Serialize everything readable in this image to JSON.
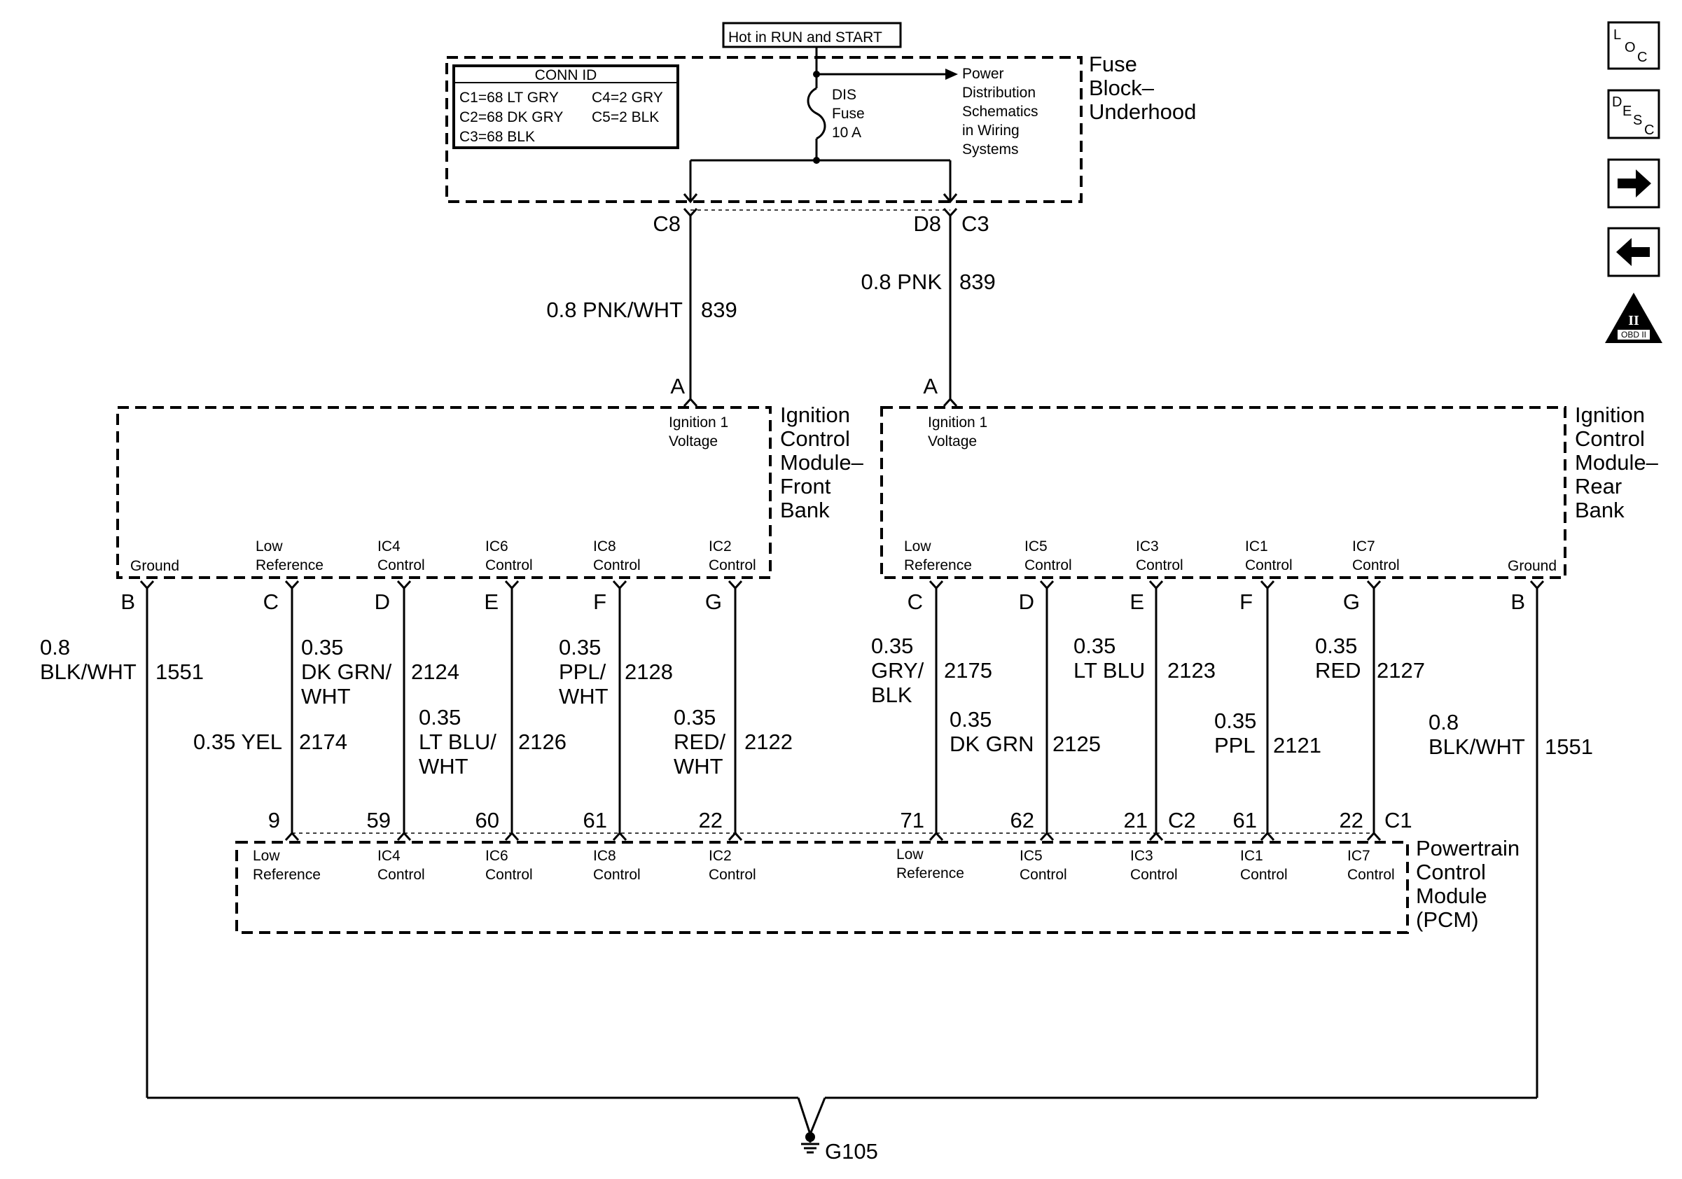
{
  "header": {
    "power_label": "Hot in RUN and START"
  },
  "fuse_block": {
    "name": "Fuse\nBlock–\nUnderhood",
    "conn_id": {
      "title": "CONN ID",
      "entries": [
        "C1=68 LT GRY",
        "C4=2 GRY",
        "C2=68 DK GRY",
        "C5=2 BLK",
        "C3=68 BLK"
      ]
    },
    "fuse": {
      "label": "DIS\nFuse\n10 A"
    },
    "power_dist_note": "Power\nDistribution\nSchematics\nin Wiring\nSystems",
    "outputs": [
      {
        "cavity": "C8"
      },
      {
        "cavity": "D8",
        "connector": "C3"
      }
    ]
  },
  "feed_wires": [
    {
      "size_color": "0.8 PNK/WHT",
      "circuit": "839"
    },
    {
      "size_color": "0.8 PNK",
      "circuit": "839"
    }
  ],
  "icm_front": {
    "name": "Ignition\nControl\nModule–\nFront\nBank",
    "power_pin": {
      "cavity": "A",
      "label": "Ignition 1\nVoltage"
    },
    "pins": [
      {
        "cavity": "B",
        "label": "Ground"
      },
      {
        "cavity": "C",
        "label": "Low\nReference"
      },
      {
        "cavity": "D",
        "label": "IC4\nControl"
      },
      {
        "cavity": "E",
        "label": "IC6\nControl"
      },
      {
        "cavity": "F",
        "label": "IC8\nControl"
      },
      {
        "cavity": "G",
        "label": "IC2\nControl"
      }
    ]
  },
  "icm_rear": {
    "name": "Ignition\nControl\nModule–\nRear\nBank",
    "power_pin": {
      "cavity": "A",
      "label": "Ignition 1\nVoltage"
    },
    "pins": [
      {
        "cavity": "C",
        "label": "Low\nReference"
      },
      {
        "cavity": "D",
        "label": "IC5\nControl"
      },
      {
        "cavity": "E",
        "label": "IC3\nControl"
      },
      {
        "cavity": "F",
        "label": "IC1\nControl"
      },
      {
        "cavity": "G",
        "label": "IC7\nControl"
      },
      {
        "cavity": "B",
        "label": "Ground"
      }
    ]
  },
  "wires": [
    {
      "size": "0.8",
      "color": "BLK/WHT",
      "circuit": "1551"
    },
    {
      "size": "0.35",
      "color": "YEL",
      "circuit": "2174"
    },
    {
      "size": "0.35",
      "color": "DK GRN/\nWHT",
      "circuit": "2124"
    },
    {
      "size": "0.35",
      "color": "LT BLU/\nWHT",
      "circuit": "2126"
    },
    {
      "size": "0.35",
      "color": "PPL/\nWHT",
      "circuit": "2128"
    },
    {
      "size": "0.35",
      "color": "RED/\nWHT",
      "circuit": "2122"
    },
    {
      "size": "0.35",
      "color": "GRY/\nBLK",
      "circuit": "2175"
    },
    {
      "size": "0.35",
      "color": "DK GRN",
      "circuit": "2125"
    },
    {
      "size": "0.35",
      "color": "LT BLU",
      "circuit": "2123"
    },
    {
      "size": "0.35",
      "color": "PPL",
      "circuit": "2121"
    },
    {
      "size": "0.35",
      "color": "RED",
      "circuit": "2127"
    },
    {
      "size": "0.8",
      "color": "BLK/WHT",
      "circuit": "1551"
    }
  ],
  "pcm": {
    "name": "Powertrain\nControl\nModule\n(PCM)",
    "connectors": [
      "C2",
      "C1"
    ],
    "pins": [
      {
        "cavity": "9",
        "label": "Low\nReference"
      },
      {
        "cavity": "59",
        "label": "IC4\nControl"
      },
      {
        "cavity": "60",
        "label": "IC6\nControl"
      },
      {
        "cavity": "61",
        "label": "IC8\nControl"
      },
      {
        "cavity": "22",
        "label": "IC2\nControl"
      },
      {
        "cavity": "71",
        "label": "Low\nReference"
      },
      {
        "cavity": "62",
        "label": "IC5\nControl"
      },
      {
        "cavity": "21",
        "label": "IC3\nControl"
      },
      {
        "cavity": "61",
        "label": "IC1\nControl"
      },
      {
        "cavity": "22",
        "label": "IC7\nControl"
      }
    ]
  },
  "ground": {
    "label": "G105"
  },
  "nav": {
    "loc": [
      "L",
      "O",
      "C"
    ],
    "desc": [
      "D",
      "E",
      "S",
      "C"
    ],
    "obd_numeral": "II",
    "obd_label": "OBD II",
    "icons": [
      "location-icon",
      "description-icon",
      "next-arrow-icon",
      "previous-arrow-icon",
      "obd-ii-icon"
    ]
  }
}
